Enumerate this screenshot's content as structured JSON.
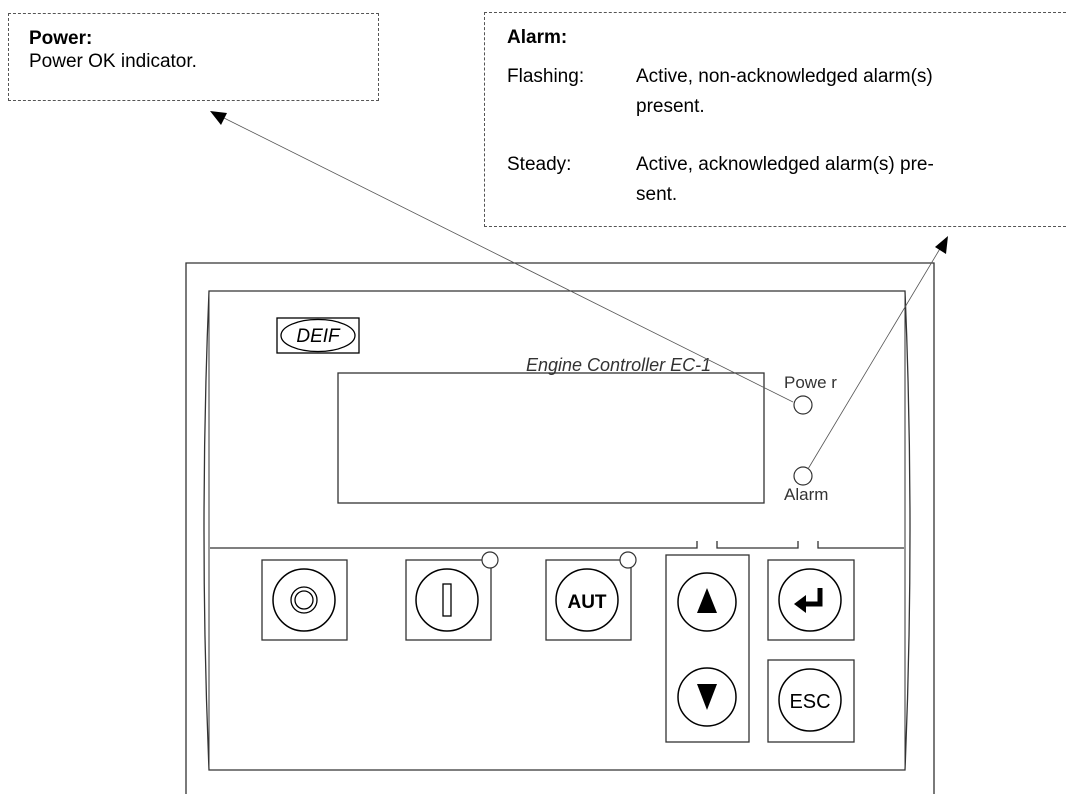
{
  "callouts": {
    "power": {
      "title": "Power:",
      "text": "Power OK indicator."
    },
    "alarm": {
      "title": "Alarm:",
      "rows": [
        {
          "term": "Flashing:",
          "line1": "Active, non-acknowledged alarm(s)",
          "line2": "present."
        },
        {
          "term": "Steady:",
          "line1": "Active, acknowledged alarm(s) pre-",
          "line2": "sent."
        }
      ]
    }
  },
  "controller": {
    "logo": "DEIF",
    "model": "Engine Controller EC-1",
    "led_power_label": "Powe r",
    "led_alarm_label": "Alarm",
    "buttons": {
      "stop_icon": "stop-icon",
      "start_icon": "start-icon",
      "auto": "AUT",
      "up_icon": "arrow-up-icon",
      "down_icon": "arrow-down-icon",
      "enter_icon": "enter-icon",
      "escape": "ESC"
    }
  }
}
